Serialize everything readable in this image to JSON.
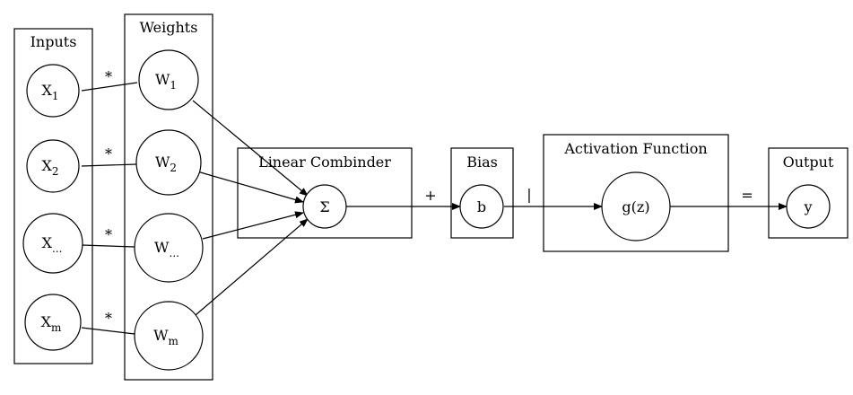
{
  "clusters": {
    "inputs": "Inputs",
    "weights": "Weights",
    "linear": "Linear Combinder",
    "bias": "Bias",
    "activation": "Activation Function",
    "output": "Output"
  },
  "inputs": [
    {
      "base": "X",
      "sub": "1"
    },
    {
      "base": "X",
      "sub": "2"
    },
    {
      "base": "X",
      "sub": "..."
    },
    {
      "base": "X",
      "sub": "m"
    }
  ],
  "weights": [
    {
      "base": "W",
      "sub": "1"
    },
    {
      "base": "W",
      "sub": "2"
    },
    {
      "base": "W",
      "sub": "..."
    },
    {
      "base": "W",
      "sub": "m"
    }
  ],
  "sum_node": "Σ",
  "bias_node": "b",
  "activation_node": "g(z)",
  "output_node": "y",
  "edge_labels": {
    "multiply": "*",
    "plus": "+",
    "pipe": "|",
    "equals": "="
  }
}
